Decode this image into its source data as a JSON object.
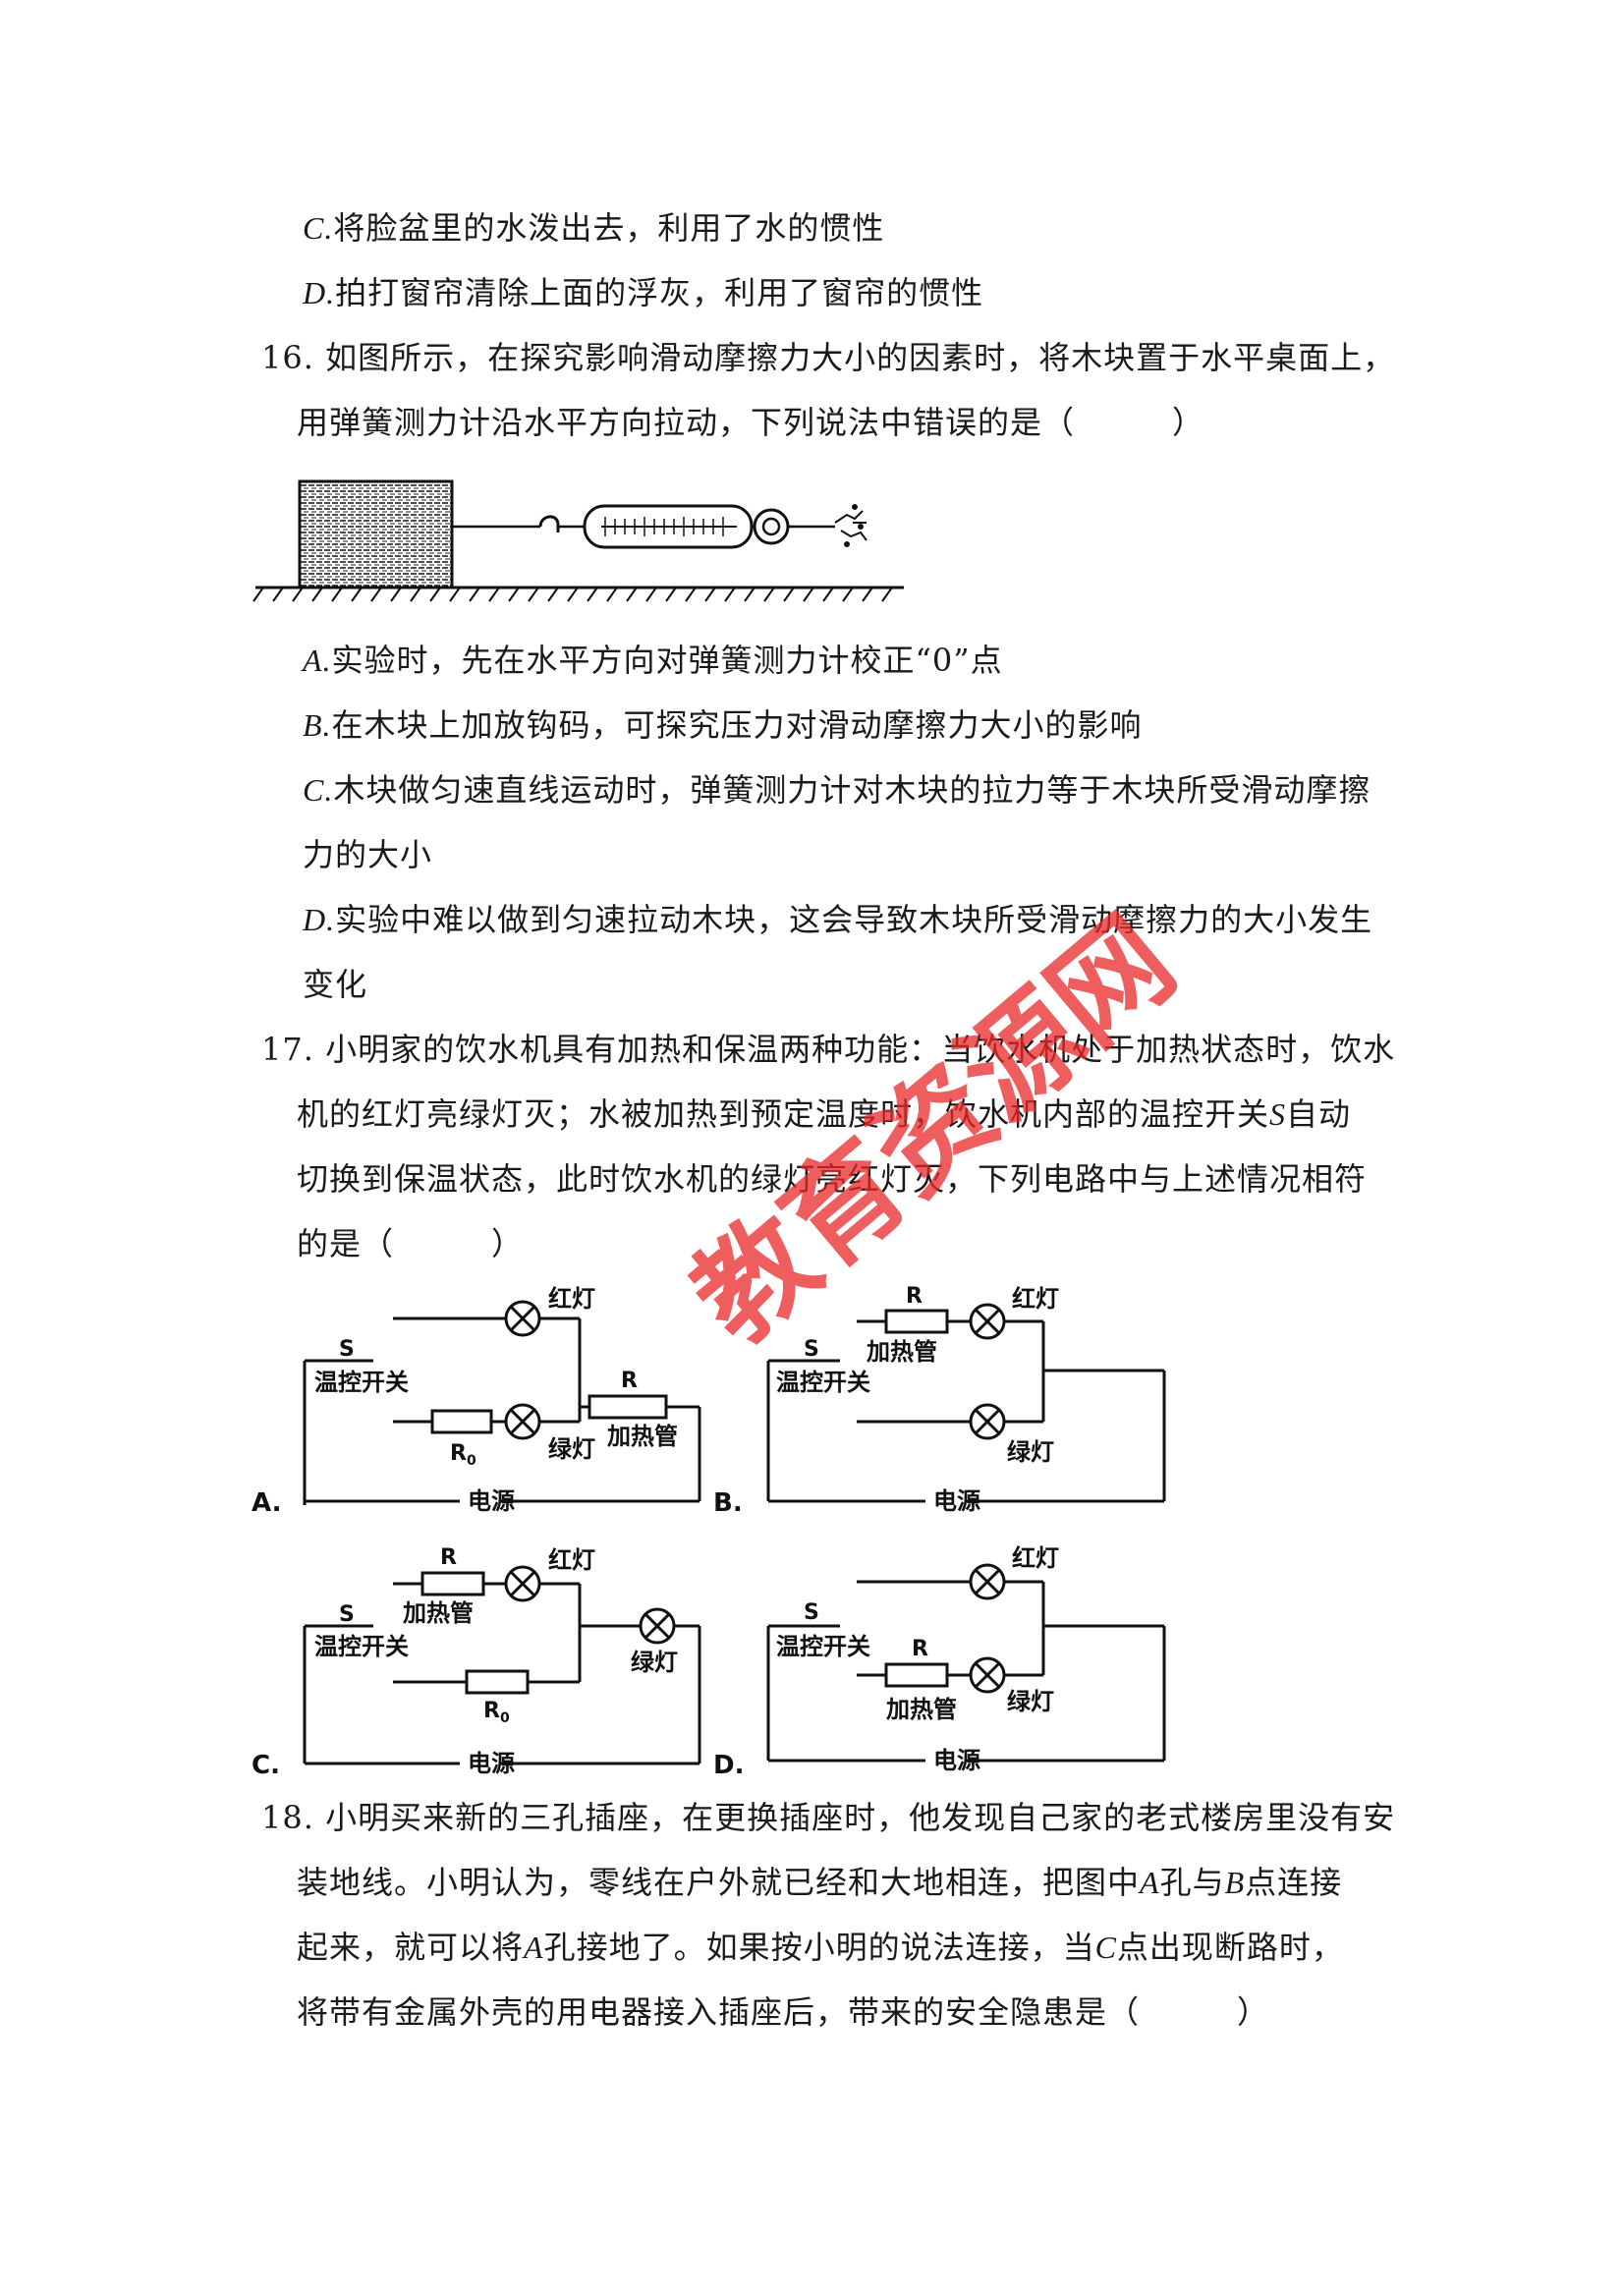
{
  "q15": {
    "c": {
      "letter": "C.",
      "text": "将脸盆里的水泼出去，利用了水的惯性"
    },
    "d": {
      "letter": "D.",
      "text": "拍打窗帘清除上面的浮灰，利用了窗帘的惯性"
    }
  },
  "q16": {
    "line1": "16. 如图所示，在探究影响滑动摩擦力大小的因素时，将木块置于水平桌面上，",
    "line2": "用弹簧测力计沿水平方向拉动，下列说法中错误的是（　　　）",
    "a": {
      "letter": "A.",
      "text": "实验时，先在水平方向对弹簧测力计校正“0”点"
    },
    "b": {
      "letter": "B.",
      "text": "在木块上加放钩码，可探究压力对滑动摩擦力大小的影响"
    },
    "c": {
      "letter": "C.",
      "text1": "木块做匀速直线运动时，弹簧测力计对木块的拉力等于木块所受滑动摩擦",
      "text2": "力的大小"
    },
    "d": {
      "letter": "D.",
      "text1": "实验中难以做到匀速拉动木块，这会导致木块所受滑动摩擦力的大小发生",
      "text2": "变化"
    }
  },
  "q17": {
    "line1": "17. 小明家的饮水机具有加热和保温两种功能：当饮水机处于加热状态时，饮水",
    "line2a": "机的红灯亮绿灯灭；水被加热到预定温度时，饮水机内部的温控开关",
    "line2s": "S",
    "line2b": "自动",
    "line3": "切换到保温状态，此时饮水机的绿灯亮红灯灭，下列电路中与上述情况相符",
    "line4": "的是（　　　）",
    "labels": {
      "s": "S",
      "switch": "温控开关",
      "red": "红灯",
      "green": "绿灯",
      "r": "R",
      "heater": "加热管",
      "r0": "R",
      "r0sub": "0",
      "power": "电源"
    },
    "options": {
      "a": "A.",
      "b": "B.",
      "c": "C.",
      "d": "D."
    }
  },
  "q18": {
    "line1": "18. 小明买来新的三孔插座，在更换插座时，他发现自己家的老式楼房里没有安",
    "line2a": "装地线。小明认为，零线在户外就已经和大地相连，把图中",
    "line2A": "A",
    "line2b": "孔与",
    "line2B": "B",
    "line2c": "点连接",
    "line3a": "起来，就可以将",
    "line3A": "A",
    "line3b": "孔接地了。如果按小明的说法连接，当",
    "line3C": "C",
    "line3c": "点出现断路时，",
    "line4": "将带有金属外壳的用电器接入插座后，带来的安全隐患是（　　　）"
  },
  "watermark": {
    "text": "教育资源网"
  }
}
